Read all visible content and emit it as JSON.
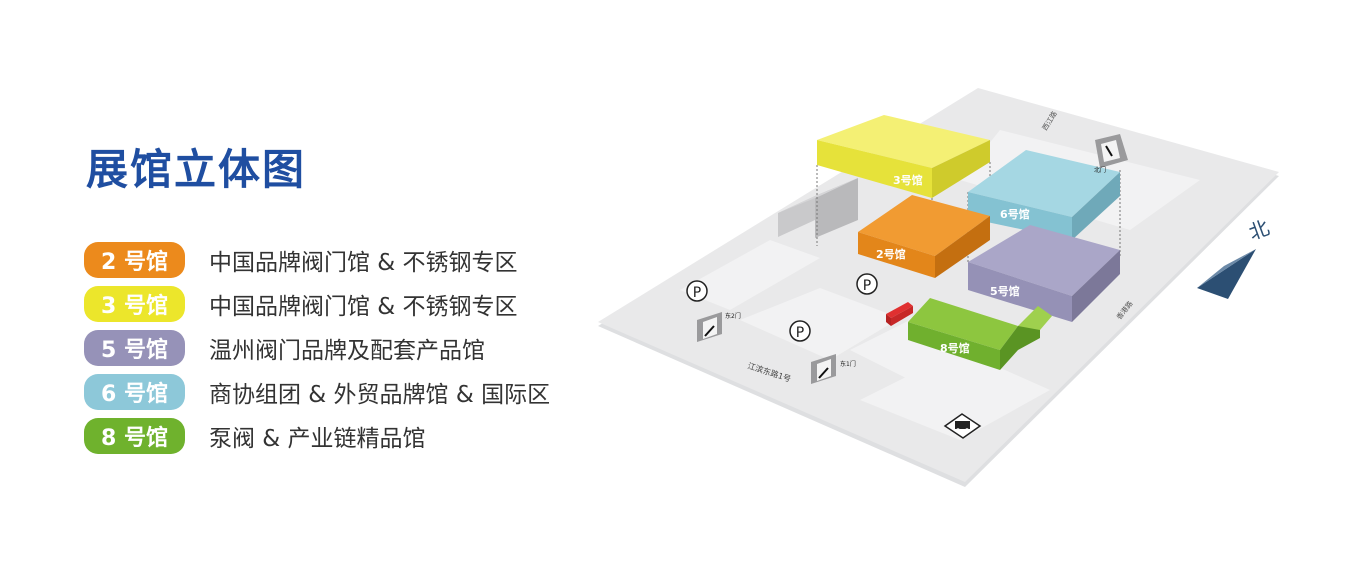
{
  "title": "展馆立体图",
  "legend": [
    {
      "badge": "2 号馆",
      "desc": "中国品牌阀门馆 & 不锈钢专区",
      "color": "#ec8a1c"
    },
    {
      "badge": "3 号馆",
      "desc": "中国品牌阀门馆 & 不锈钢专区",
      "color": "#ece62b"
    },
    {
      "badge": "5 号馆",
      "desc": "温州阀门品牌及配套产品馆",
      "color": "#9692b8"
    },
    {
      "badge": "6 号馆",
      "desc": "商协组团 & 外贸品牌馆 & 国际区",
      "color": "#8dc8d9"
    },
    {
      "badge": "8 号馆",
      "desc": "泵阀 & 产业链精品馆",
      "color": "#6fb22d"
    }
  ],
  "map": {
    "halls": {
      "h3": "3号馆",
      "h6": "6号馆",
      "h2": "2号馆",
      "h5": "5号馆",
      "h8": "8号馆"
    },
    "parking_symbol": "P",
    "north_label": "北",
    "road_label": "江滨东路1号",
    "road_right": "香港路",
    "road_top": "西江路",
    "gate1": "东1门",
    "gate2": "东2门",
    "gate_north": "北门"
  }
}
